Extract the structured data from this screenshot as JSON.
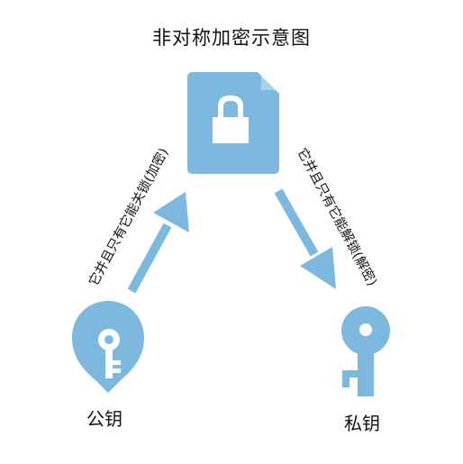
{
  "title": "非对称加密示意图",
  "left_note": "它并且只有它能关锁(加密)",
  "right_note": "它并且只有它能解锁(解密)",
  "public_key_label": "公钥",
  "private_key_label": "私钥",
  "icons": {
    "document": "locked-document-icon",
    "public_key": "public-key-icon",
    "private_key": "private-key-icon"
  },
  "colors": {
    "accent": "#7DB9DE"
  }
}
